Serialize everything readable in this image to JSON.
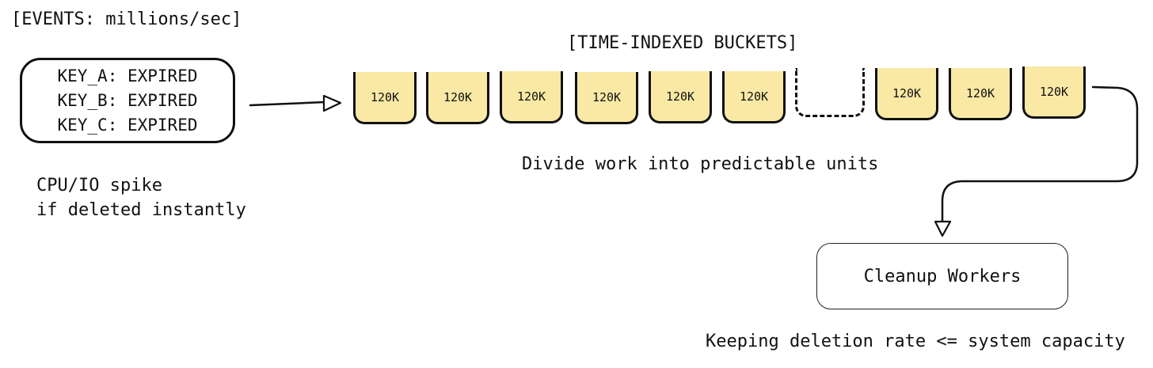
{
  "events_label": "[EVENTS: millions/sec]",
  "expired_keys": [
    "KEY_A: EXPIRED",
    "KEY_B: EXPIRED",
    "KEY_C: EXPIRED"
  ],
  "spike_note": [
    "CPU/IO spike",
    "if deleted instantly"
  ],
  "buckets_label": "[TIME-INDEXED BUCKETS]",
  "buckets": [
    {
      "label": "120K",
      "empty": false
    },
    {
      "label": "120K",
      "empty": false
    },
    {
      "label": "120K",
      "empty": false
    },
    {
      "label": "120K",
      "empty": false
    },
    {
      "label": "120K",
      "empty": false
    },
    {
      "label": "120K",
      "empty": false
    },
    {
      "label": "",
      "empty": true
    },
    {
      "label": "120K",
      "empty": false
    },
    {
      "label": "120K",
      "empty": false
    },
    {
      "label": "120K",
      "empty": false
    }
  ],
  "divide_label": "Divide work into predictable units",
  "cleanup_label": "Cleanup Workers",
  "keeping_label": "Keeping deletion rate <= system capacity",
  "colors": {
    "bucket_fill": "#fae9a5",
    "stroke": "#111111"
  }
}
